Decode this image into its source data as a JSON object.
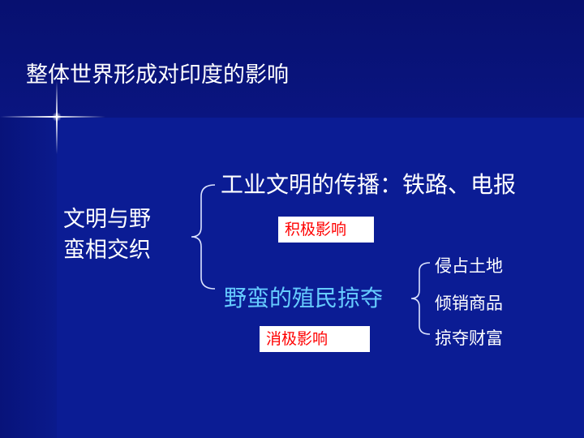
{
  "title": "整体世界形成对印度的影响",
  "root": {
    "line1": "文明与野",
    "line2": "蛮相交织"
  },
  "branches": [
    {
      "label": "工业文明的传播：铁路、电报",
      "tag": "积极影响",
      "color": "#ffffff"
    },
    {
      "label": "野蛮的殖民掠夺",
      "tag": "消极影响",
      "color": "#66ccff",
      "children": [
        "侵占土地",
        "倾销商品",
        "掠夺财富"
      ]
    }
  ],
  "colors": {
    "background": "#0a1a8c",
    "header": "#071070",
    "tag_text": "#ff0000",
    "tag_bg": "#ffffff",
    "accent_text": "#66ccff"
  }
}
